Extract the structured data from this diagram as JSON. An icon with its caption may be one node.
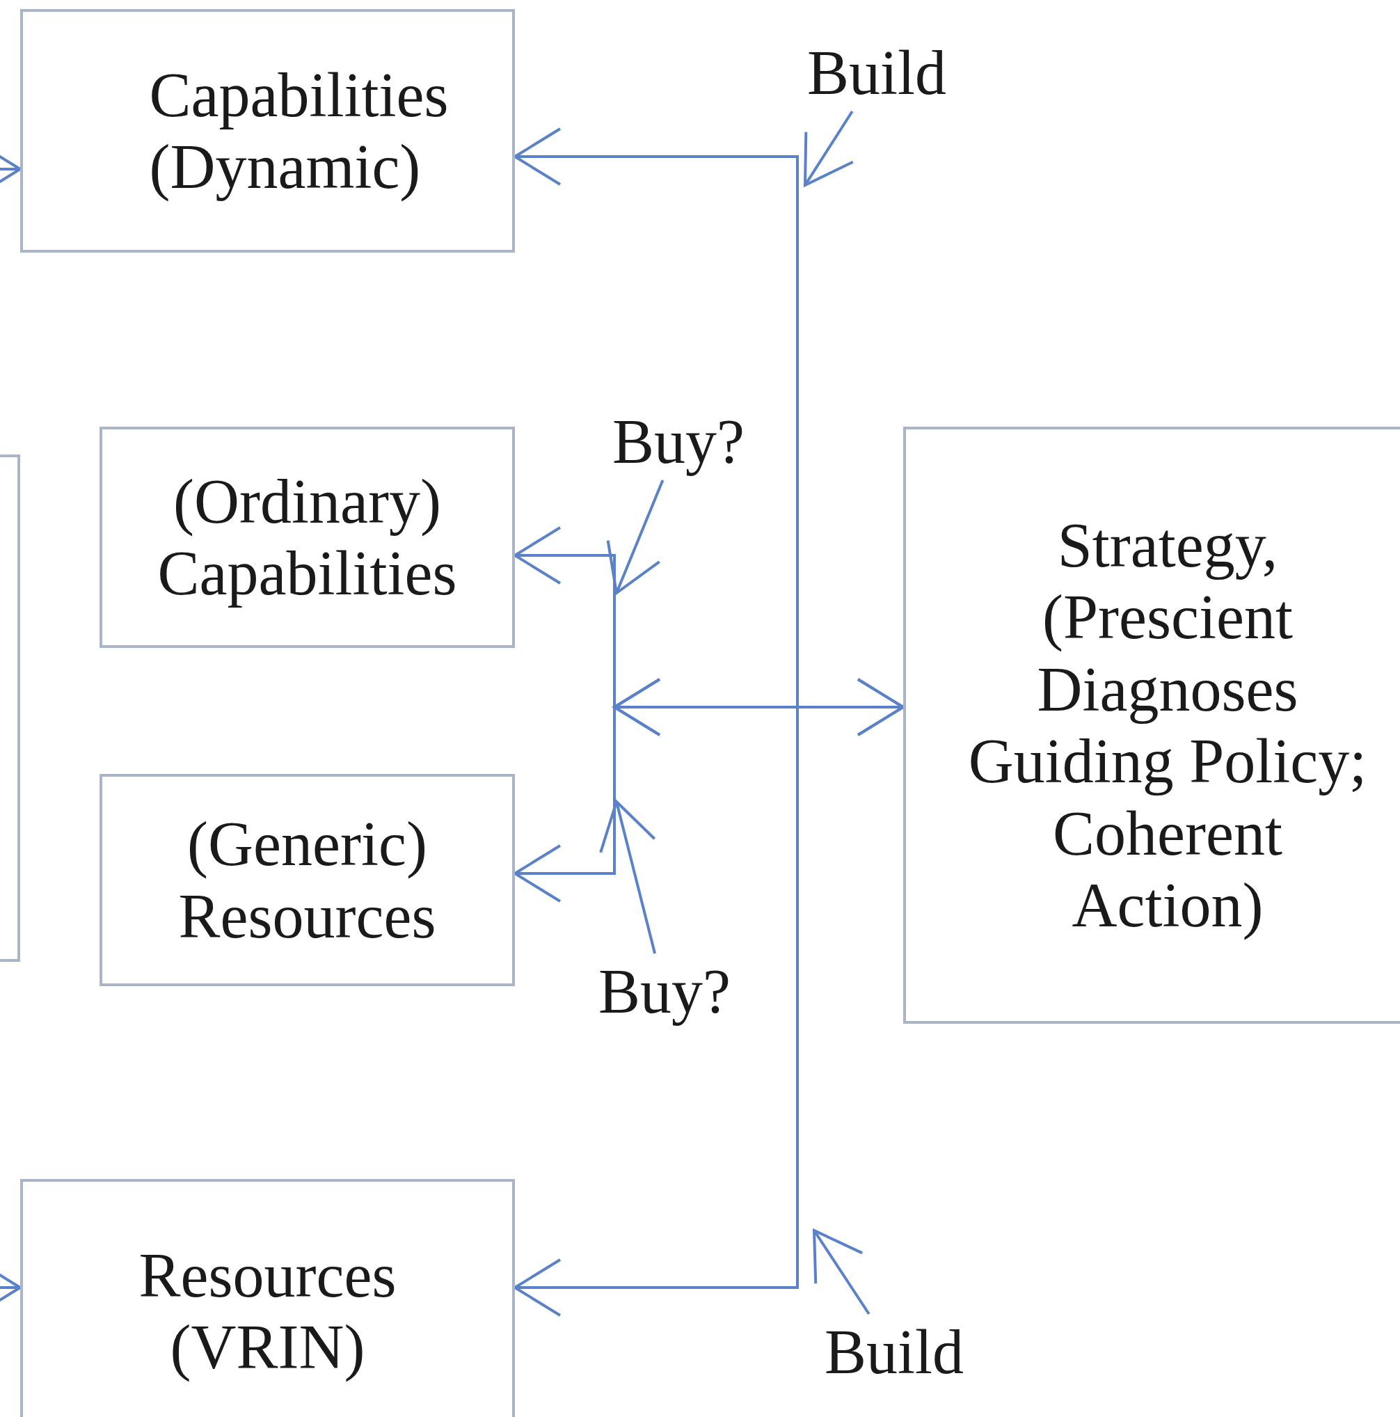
{
  "diagram": {
    "nodes": [
      {
        "text": [
          "Capabilities (Dynamic)"
        ]
      },
      {
        "text": [
          "Build"
        ]
      },
      {
        "text": [],
        "shape": "box"
      },
      {
        "text": [
          "(Ordinary) Capabilities"
        ]
      },
      {
        "text": [
          "Buy?"
        ]
      },
      {
        "text": [
          "Strategy, (Prescient Diagnoses Guiding Policy; Coherent Action)"
        ]
      },
      {
        "text": [
          "(Generic) Resources"
        ]
      },
      {
        "text": [
          "Buy?"
        ]
      },
      {
        "text": [
          "Resources (VRIN)"
        ]
      },
      {
        "text": [
          "Build"
        ]
      }
    ],
    "edges": [
      {
        "from": 1,
        "to": null,
        "arrow": "to"
      },
      {
        "from": null,
        "to": 0,
        "arrow": "to"
      },
      {
        "from": 5,
        "to": 0,
        "arrow": "to"
      },
      {
        "from": 4,
        "to": null,
        "arrow": "to"
      },
      {
        "from": 5,
        "to": 3,
        "arrow": "both"
      },
      {
        "from": 5,
        "to": 6,
        "arrow": "both"
      },
      {
        "from": 7,
        "to": null,
        "arrow": "to"
      },
      {
        "from": null,
        "to": 8,
        "arrow": "to"
      },
      {
        "from": 5,
        "to": 8,
        "arrow": "to"
      },
      {
        "from": 9,
        "to": null,
        "arrow": "to"
      }
    ]
  }
}
